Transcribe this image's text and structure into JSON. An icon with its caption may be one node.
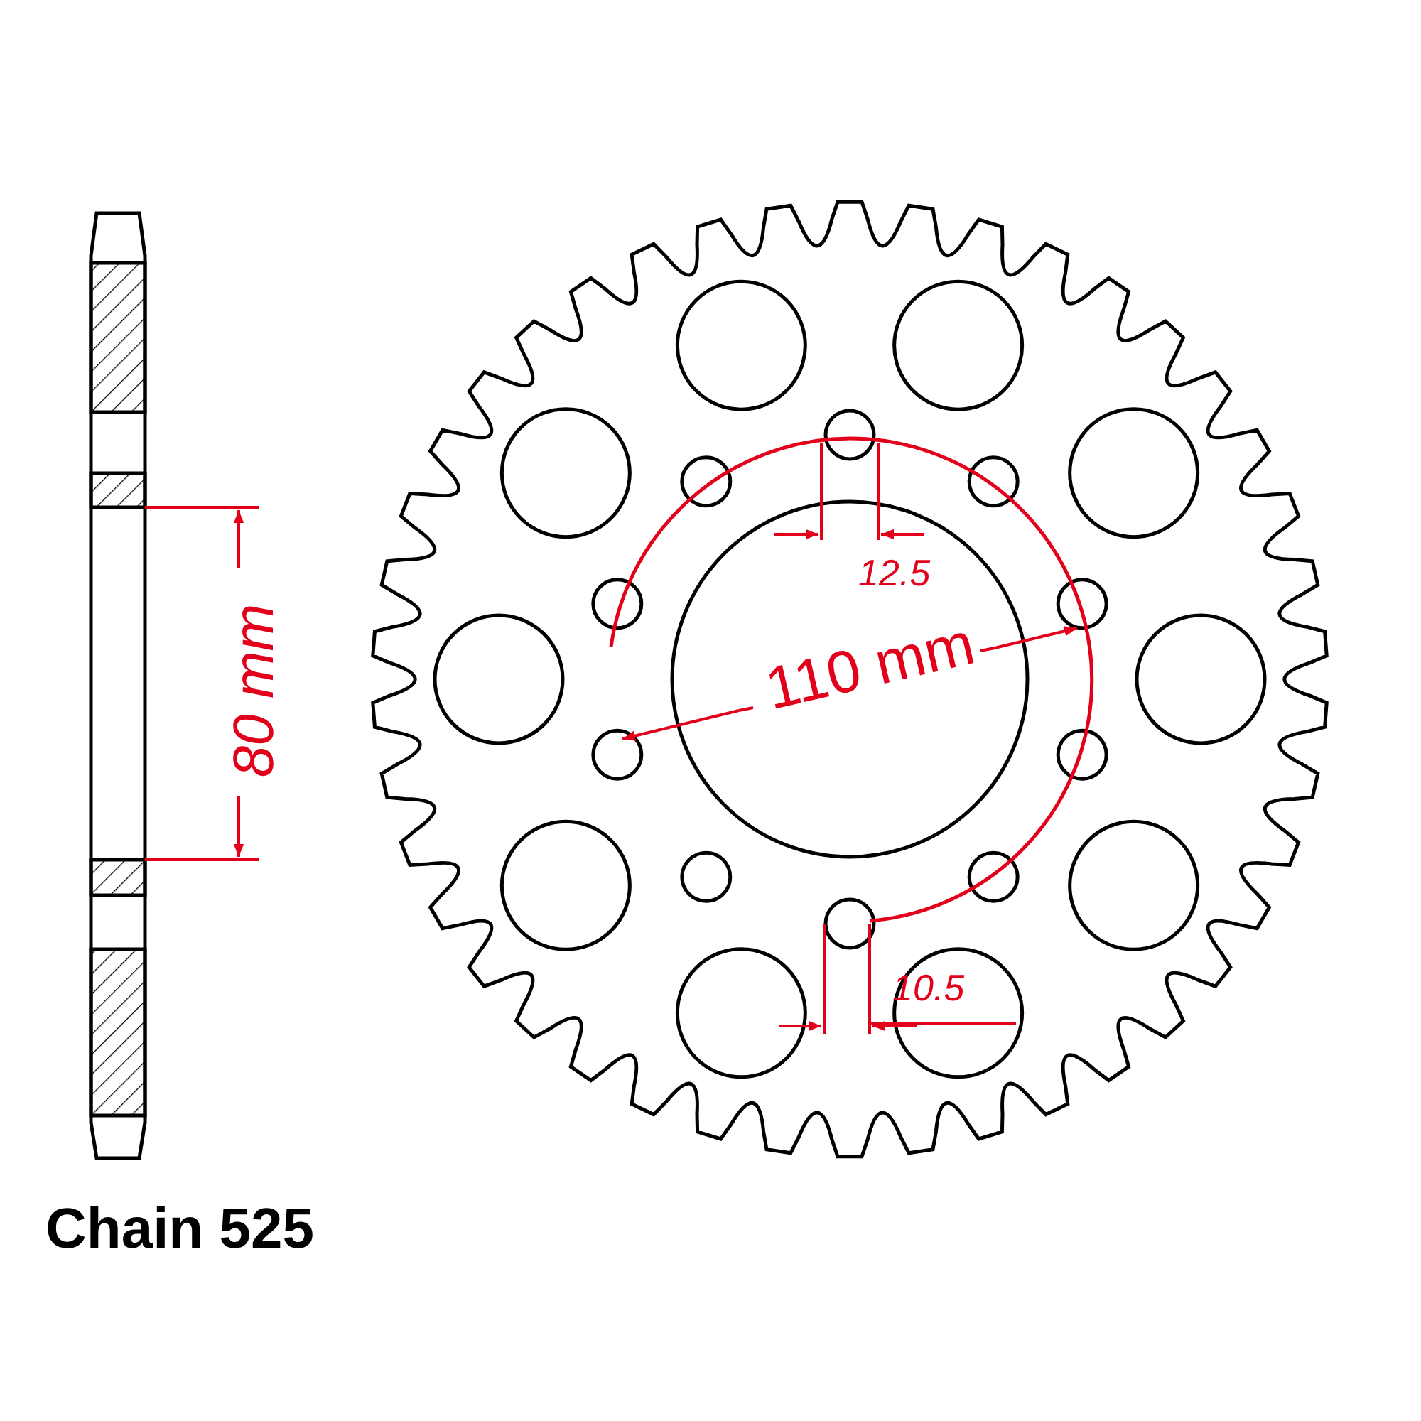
{
  "diagram": {
    "labels": [
      "12.5",
      "110 mm",
      "80 mm",
      "10.5",
      "Chain 525"
    ]
  }
}
